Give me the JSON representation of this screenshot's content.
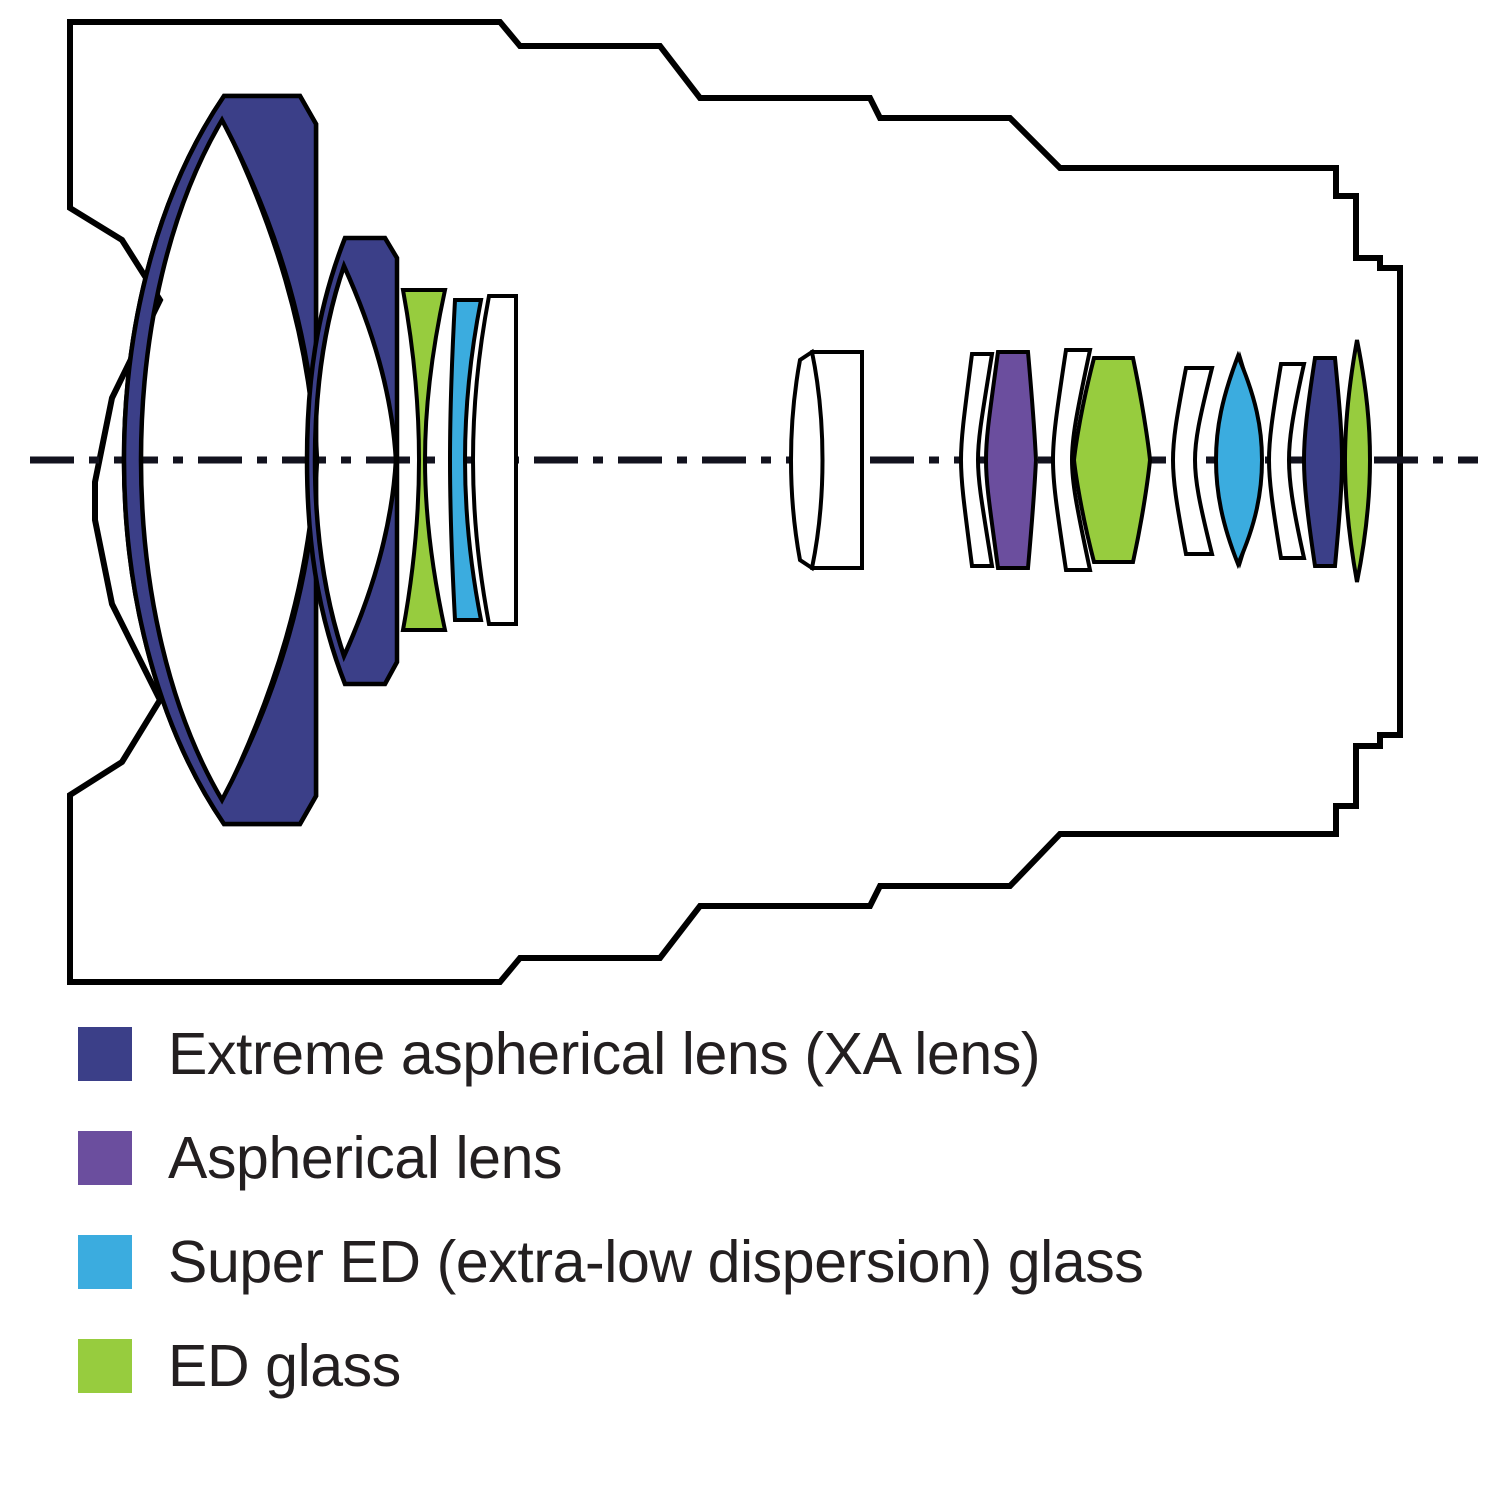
{
  "diagram": {
    "title": "Lens construction cross-section diagram",
    "background_color": "#ffffff",
    "outline_color": "#000000",
    "axis_label": "optical axis",
    "barrel_name": "lens-barrel-outline"
  },
  "colors": {
    "xa_lens": "#3b3f88",
    "aspherical_lens": "#6b4e9e",
    "super_ed_glass": "#3bacdf",
    "ed_glass": "#97cc3e",
    "plain_glass": "#ffffff",
    "outline": "#000000",
    "text": "#231f20"
  },
  "legend": {
    "items": [
      {
        "color": "#3b3f88",
        "label": "Extreme aspherical lens (XA lens)",
        "name": "legend-xa-lens"
      },
      {
        "color": "#6b4e9e",
        "label": "Aspherical lens",
        "name": "legend-aspherical-lens"
      },
      {
        "color": "#3bacdf",
        "label": "Super ED (extra-low dispersion) glass",
        "name": "legend-super-ed-glass"
      },
      {
        "color": "#97cc3e",
        "label": "ED glass",
        "name": "legend-ed-glass"
      }
    ]
  },
  "optical_elements": [
    {
      "index": 1,
      "group": "front",
      "type": "xa_lens",
      "shape": "negative-meniscus",
      "color": "#3b3f88"
    },
    {
      "index": 2,
      "group": "front",
      "type": "xa_lens",
      "shape": "negative-meniscus",
      "color": "#3b3f88"
    },
    {
      "index": 3,
      "group": "front",
      "type": "ed_glass",
      "shape": "biconcave",
      "color": "#97cc3e"
    },
    {
      "index": 4,
      "group": "front",
      "type": "super_ed_glass",
      "shape": "negative-meniscus",
      "color": "#3bacdf"
    },
    {
      "index": 5,
      "group": "front",
      "type": "plain_glass",
      "shape": "negative-meniscus",
      "color": "#ffffff"
    },
    {
      "index": 6,
      "group": "middle",
      "type": "plain_glass",
      "shape": "positive-meniscus",
      "color": "#ffffff"
    },
    {
      "index": 7,
      "group": "rear",
      "type": "plain_glass",
      "shape": "negative-meniscus",
      "color": "#ffffff"
    },
    {
      "index": 8,
      "group": "rear",
      "type": "aspherical_lens",
      "shape": "positive-meniscus",
      "color": "#6b4e9e"
    },
    {
      "index": 9,
      "group": "rear",
      "type": "plain_glass",
      "shape": "negative-meniscus",
      "color": "#ffffff"
    },
    {
      "index": 10,
      "group": "rear",
      "type": "ed_glass",
      "shape": "biconvex",
      "color": "#97cc3e"
    },
    {
      "index": 11,
      "group": "rear",
      "type": "plain_glass",
      "shape": "negative-meniscus",
      "color": "#ffffff"
    },
    {
      "index": 12,
      "group": "rear",
      "type": "super_ed_glass",
      "shape": "biconvex",
      "color": "#3bacdf"
    },
    {
      "index": 13,
      "group": "rear",
      "type": "plain_glass",
      "shape": "negative-meniscus",
      "color": "#ffffff"
    },
    {
      "index": 14,
      "group": "rear",
      "type": "xa_lens",
      "shape": "negative-meniscus",
      "color": "#3b3f88"
    },
    {
      "index": 15,
      "group": "rear",
      "type": "ed_glass",
      "shape": "biconvex",
      "color": "#97cc3e"
    }
  ]
}
